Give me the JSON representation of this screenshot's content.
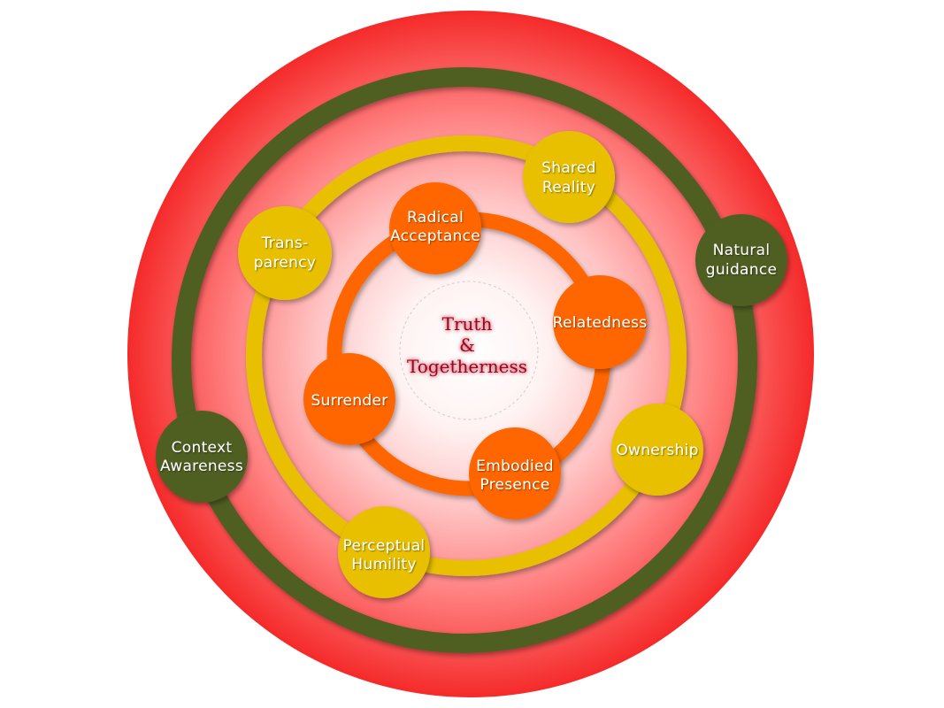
{
  "center": {
    "line1": "Truth",
    "line2": "&",
    "line3": "Togetherness"
  },
  "inner_ring": {
    "color": "#ff6600",
    "nodes": {
      "radical_acceptance": {
        "line1": "Radical",
        "line2": "Acceptance"
      },
      "relatedness": {
        "line1": "Relatedness"
      },
      "embodied_presence": {
        "line1": "Embodied",
        "line2": "Presence"
      },
      "surrender": {
        "line1": "Surrender"
      }
    }
  },
  "middle_ring": {
    "color": "#e8c000",
    "nodes": {
      "shared_reality": {
        "line1": "Shared",
        "line2": "Reality"
      },
      "transparency": {
        "line1": "Trans-",
        "line2": "parency"
      },
      "ownership": {
        "line1": "Ownership"
      },
      "perceptual_humility": {
        "line1": "Perceptual",
        "line2": "Humility"
      }
    }
  },
  "outer_ring": {
    "color": "#4f5e22",
    "nodes": {
      "natural_guidance": {
        "line1": "Natural",
        "line2": "guidance"
      },
      "context_awareness": {
        "line1": "Context",
        "line2": "Awareness"
      }
    }
  },
  "background_color": "#ff3b3b"
}
